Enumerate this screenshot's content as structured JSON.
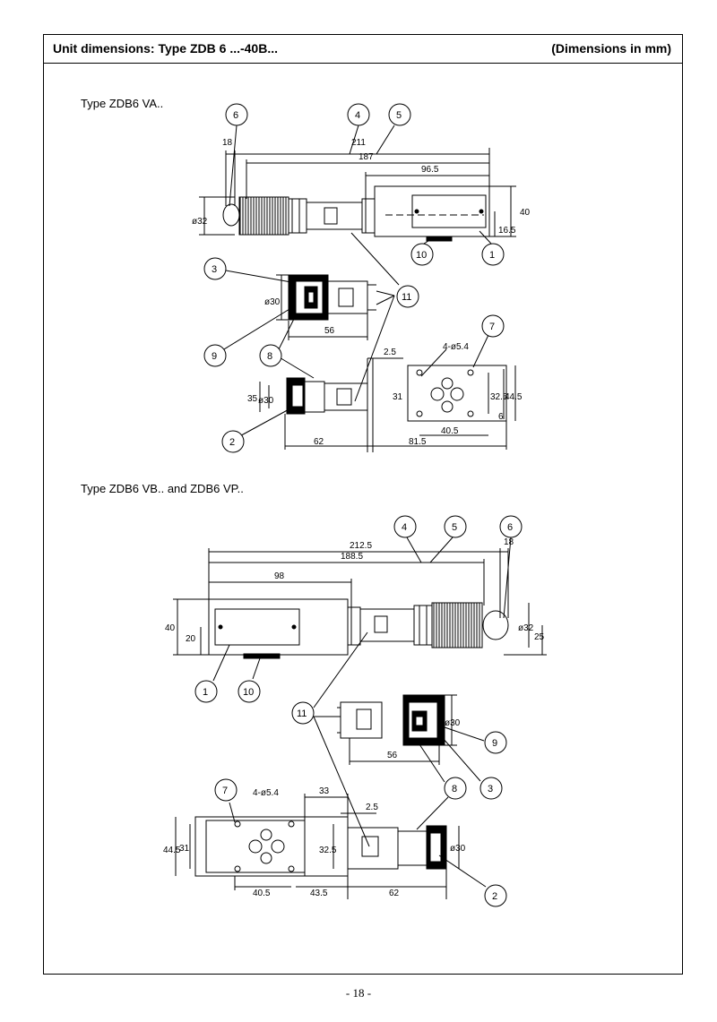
{
  "header": {
    "title": "Unit dimensions: Type ZDB 6 ...-40B...",
    "units": "(Dimensions in mm)"
  },
  "section1": {
    "caption": "Type ZDB6 VA..",
    "dims": {
      "d211": "211",
      "d187": "187",
      "d965": "96.5",
      "d18": "18",
      "d40": "40",
      "d165": "16.5",
      "dphi32": "ø32",
      "dphi30a": "ø30",
      "d56": "56",
      "d25": "2.5",
      "holes": "4-ø5.4",
      "d35": "35",
      "dphi30b": "ø30",
      "d31": "31",
      "d325": "32.5",
      "d445": "44.5",
      "d6": "6",
      "d405": "40.5",
      "d62": "62",
      "d815": "81.5"
    },
    "balloons": [
      "6",
      "4",
      "5",
      "10",
      "1",
      "3",
      "11",
      "9",
      "8",
      "7",
      "2"
    ]
  },
  "section2": {
    "caption": "Type ZDB6 VB.. and  ZDB6 VP..",
    "dims": {
      "d2125": "212.5",
      "d1885": "188.5",
      "d98": "98",
      "d18": "18",
      "d40": "40",
      "d20": "20",
      "dphi32": "ø32",
      "d25b": "25",
      "dphi30a": "ø30",
      "d56": "56",
      "holes": "4-ø5.4",
      "d33": "33",
      "d25": "2.5",
      "d445": "44.5",
      "d31": "31",
      "d325": "32.5",
      "d405": "40.5",
      "d435": "43.5",
      "d62": "62",
      "dphi30b": "ø30"
    },
    "balloons": [
      "4",
      "5",
      "6",
      "1",
      "10",
      "11",
      "9",
      "3",
      "8",
      "7",
      "2"
    ]
  },
  "footer": {
    "page": "- 18 -"
  }
}
